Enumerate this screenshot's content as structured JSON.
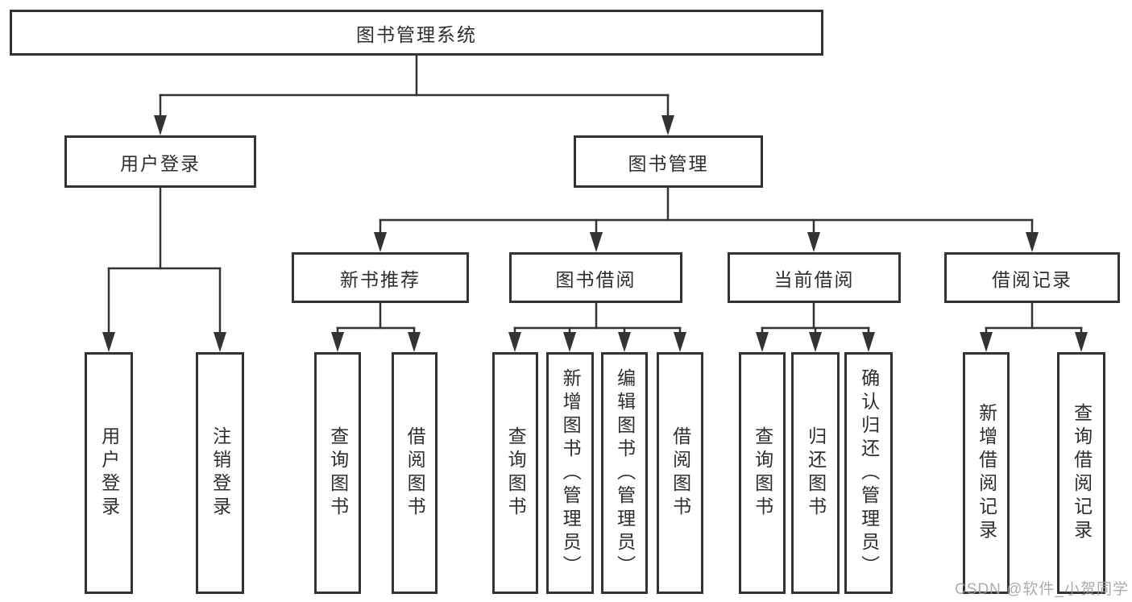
{
  "nodes": {
    "root": "图书管理系统",
    "l1": [
      "用户登录",
      "图书管理"
    ],
    "l2": [
      "新书推荐",
      "图书借阅",
      "当前借阅",
      "借阅记录"
    ],
    "g1": [
      "用户登录",
      "注销登录"
    ],
    "g2": [
      "查询图书",
      "借阅图书"
    ],
    "g3": [
      "查询图书",
      "新增图书（管理员）",
      "编辑图书（管理员）",
      "借阅图书"
    ],
    "g4": [
      "查询图书",
      "归还图书",
      "确认归还（管理员）"
    ],
    "g5": [
      "新增借阅记录",
      "查询借阅记录"
    ]
  },
  "watermark": {
    "text": "CSDN @软件_小贺同学"
  },
  "colors": {
    "line": "#333333",
    "box_border": "#333333",
    "box_fill": "#ffffff",
    "text": "#2e2e2e",
    "watermark": "#9e9e9e",
    "background": "#ffffff"
  }
}
